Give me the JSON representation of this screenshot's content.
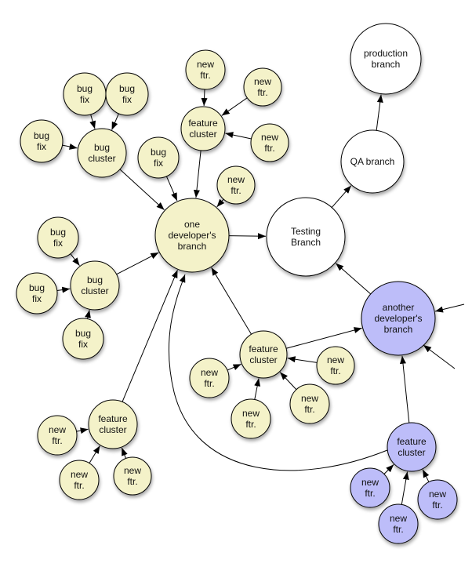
{
  "colors": {
    "yellow": "#f4f2c9",
    "purple": "#bdbdf9",
    "white": "#ffffff"
  },
  "nodes": [
    {
      "id": "production",
      "label": "production\nbranch",
      "color": "white"
    },
    {
      "id": "qa",
      "label": "QA branch",
      "color": "white"
    },
    {
      "id": "testing",
      "label": "Testing\nBranch",
      "color": "white"
    },
    {
      "id": "onedev",
      "label": "one\ndeveloper's\nbranch",
      "color": "yellow"
    },
    {
      "id": "anotherdev",
      "label": "another\ndeveloper's\nbranch",
      "color": "purple"
    },
    {
      "id": "bugc1",
      "label": "bug\ncluster",
      "color": "yellow"
    },
    {
      "id": "bf1",
      "label": "bug\nfix",
      "color": "yellow"
    },
    {
      "id": "bf2",
      "label": "bug\nfix",
      "color": "yellow"
    },
    {
      "id": "bf3",
      "label": "bug\nfix",
      "color": "yellow"
    },
    {
      "id": "fc1",
      "label": "feature\ncluster",
      "color": "yellow"
    },
    {
      "id": "nf1",
      "label": "new\nftr.",
      "color": "yellow"
    },
    {
      "id": "nf2",
      "label": "new\nftr.",
      "color": "yellow"
    },
    {
      "id": "nf3",
      "label": "new\nftr.",
      "color": "yellow"
    },
    {
      "id": "bf4",
      "label": "bug\nfix",
      "color": "yellow"
    },
    {
      "id": "nf4",
      "label": "new\nftr.",
      "color": "yellow"
    },
    {
      "id": "bf5",
      "label": "bug\nfix",
      "color": "yellow"
    },
    {
      "id": "bf6",
      "label": "bug\nfix",
      "color": "yellow"
    },
    {
      "id": "bf7",
      "label": "bug\nfix",
      "color": "yellow"
    },
    {
      "id": "bugc2",
      "label": "bug\ncluster",
      "color": "yellow"
    },
    {
      "id": "fc2",
      "label": "feature\ncluster",
      "color": "yellow"
    },
    {
      "id": "nf5",
      "label": "new\nftr.",
      "color": "yellow"
    },
    {
      "id": "nf6",
      "label": "new\nftr.",
      "color": "yellow"
    },
    {
      "id": "nf7",
      "label": "new\nftr.",
      "color": "yellow"
    },
    {
      "id": "nf8",
      "label": "new\nftr.",
      "color": "yellow"
    },
    {
      "id": "fc3",
      "label": "feature\ncluster",
      "color": "yellow"
    },
    {
      "id": "nf9",
      "label": "new\nftr.",
      "color": "yellow"
    },
    {
      "id": "nf10",
      "label": "new\nftr.",
      "color": "yellow"
    },
    {
      "id": "nf11",
      "label": "new\nftr.",
      "color": "yellow"
    },
    {
      "id": "fc4",
      "label": "feature\ncluster",
      "color": "purple"
    },
    {
      "id": "nf12",
      "label": "new\nftr.",
      "color": "purple"
    },
    {
      "id": "nf13",
      "label": "new\nftr.",
      "color": "purple"
    },
    {
      "id": "nf14",
      "label": "new\nftr.",
      "color": "purple"
    }
  ],
  "edges": [
    [
      "bf1",
      "bugc1"
    ],
    [
      "bf2",
      "bugc1"
    ],
    [
      "bf3",
      "bugc1"
    ],
    [
      "bugc1",
      "onedev"
    ],
    [
      "bf4",
      "onedev"
    ],
    [
      "fc1",
      "onedev"
    ],
    [
      "nf4",
      "onedev"
    ],
    [
      "nf1",
      "fc1"
    ],
    [
      "nf2",
      "fc1"
    ],
    [
      "nf3",
      "fc1"
    ],
    [
      "onedev",
      "testing"
    ],
    [
      "testing",
      "qa"
    ],
    [
      "qa",
      "production"
    ],
    [
      "anotherdev",
      "testing"
    ],
    [
      "bf5",
      "bugc2"
    ],
    [
      "bf6",
      "bugc2"
    ],
    [
      "bf7",
      "bugc2"
    ],
    [
      "bugc2",
      "onedev"
    ],
    [
      "fc2",
      "onedev"
    ],
    [
      "fc2",
      "anotherdev"
    ],
    [
      "nf5",
      "fc2"
    ],
    [
      "nf6",
      "fc2"
    ],
    [
      "nf7",
      "fc2"
    ],
    [
      "nf8",
      "fc2"
    ],
    [
      "fc3",
      "onedev"
    ],
    [
      "nf9",
      "fc3"
    ],
    [
      "nf10",
      "fc3"
    ],
    [
      "nf11",
      "fc3"
    ],
    [
      "fc4",
      "anotherdev"
    ],
    [
      "nf12",
      "fc4"
    ],
    [
      "nf13",
      "fc4"
    ],
    [
      "nf14",
      "fc4"
    ]
  ]
}
